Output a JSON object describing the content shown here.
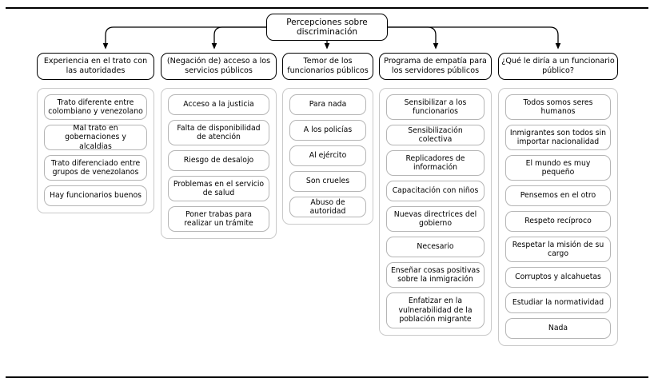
{
  "diagram": {
    "root": {
      "label": "Percepciones sobre discriminación"
    },
    "columns": [
      {
        "header": "Experiencia en el trato con las autoridades",
        "items": [
          "Trato diferente entre colombiano y venezolano",
          "Mal trato en gobernaciones y alcaldias",
          "Trato diferenciado entre grupos de venezolanos",
          "Hay funcionarios buenos"
        ]
      },
      {
        "header": "(Negación de) acceso a los servicios públicos",
        "items": [
          "Acceso a la justicia",
          "Falta de disponibilidad de atención",
          "Riesgo de desalojo",
          "Problemas en el servicio de salud",
          "Poner trabas para realizar un trámite"
        ]
      },
      {
        "header": "Temor de los funcionarios públicos",
        "items": [
          "Para nada",
          "A los policías",
          "Al ejército",
          "Son crueles",
          "Abuso de autoridad"
        ]
      },
      {
        "header": "Programa de empatía para los servidores públicos",
        "items": [
          "Sensibilizar a los funcionarios",
          "Sensibilización colectiva",
          "Replicadores de información",
          "Capacitación con niños",
          "Nuevas directrices del gobierno",
          "Necesario",
          "Enseñar cosas positivas sobre la inmigración",
          "Enfatizar en la vulnerabilidad de la población migrante"
        ]
      },
      {
        "header": "¿Qué le diría a un funcionario público?",
        "items": [
          "Todos somos seres humanos",
          "Inmigrantes son todos sin importar nacionalidad",
          "El mundo es muy pequeño",
          "Pensemos en el otro",
          "Respeto recíproco",
          "Respetar la misión de su cargo",
          "Corruptos y alcahuetas",
          "Estudiar la normatividad",
          "Nada"
        ]
      }
    ],
    "colors": {
      "node_border": "#000000",
      "item_border": "#b5b5b5",
      "container_border": "#c9c9c9",
      "connector": "#000000",
      "background": "#ffffff",
      "text": "#000000"
    }
  }
}
